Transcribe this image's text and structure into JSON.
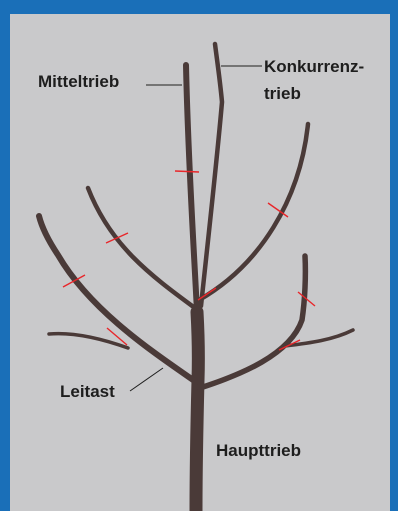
{
  "labels": {
    "mitteltrieb": "Mitteltrieb",
    "konkurrenz_line1": "Konkurrenz-",
    "konkurrenz_line2": "trieb",
    "leitast": "Leitast",
    "haupttrieb": "Haupttrieb"
  },
  "colors": {
    "frame": "#1a6fb8",
    "background": "#c9c9cb",
    "branch": "#4a3a38",
    "cut_mark": "#e8262a",
    "text": "#1e1e1e"
  }
}
